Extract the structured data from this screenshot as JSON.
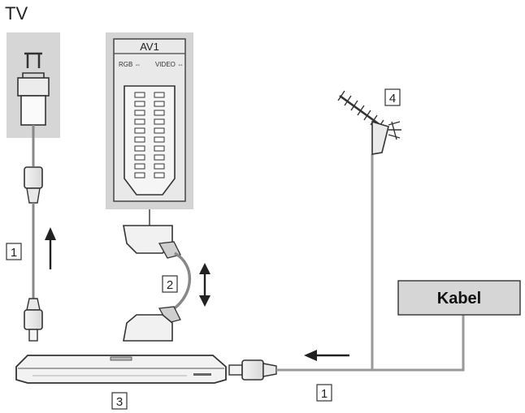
{
  "title": "TV",
  "av_panel": {
    "name": "AV1",
    "sub_left": "RGB ⇔",
    "sub_right": "VIDEO ⇔"
  },
  "kabel_label": "Kabel",
  "callouts": {
    "aerial_cable_left": "1",
    "scart_cable": "2",
    "recorder": "3",
    "aerial": "4",
    "aerial_cable_bottom": "1"
  },
  "icons": {
    "antenna_socket": "antenna-symbol-icon",
    "arrow_up": "arrow-up-icon",
    "arrow_updown": "arrow-up-down-icon",
    "arrow_left": "arrow-left-icon"
  }
}
